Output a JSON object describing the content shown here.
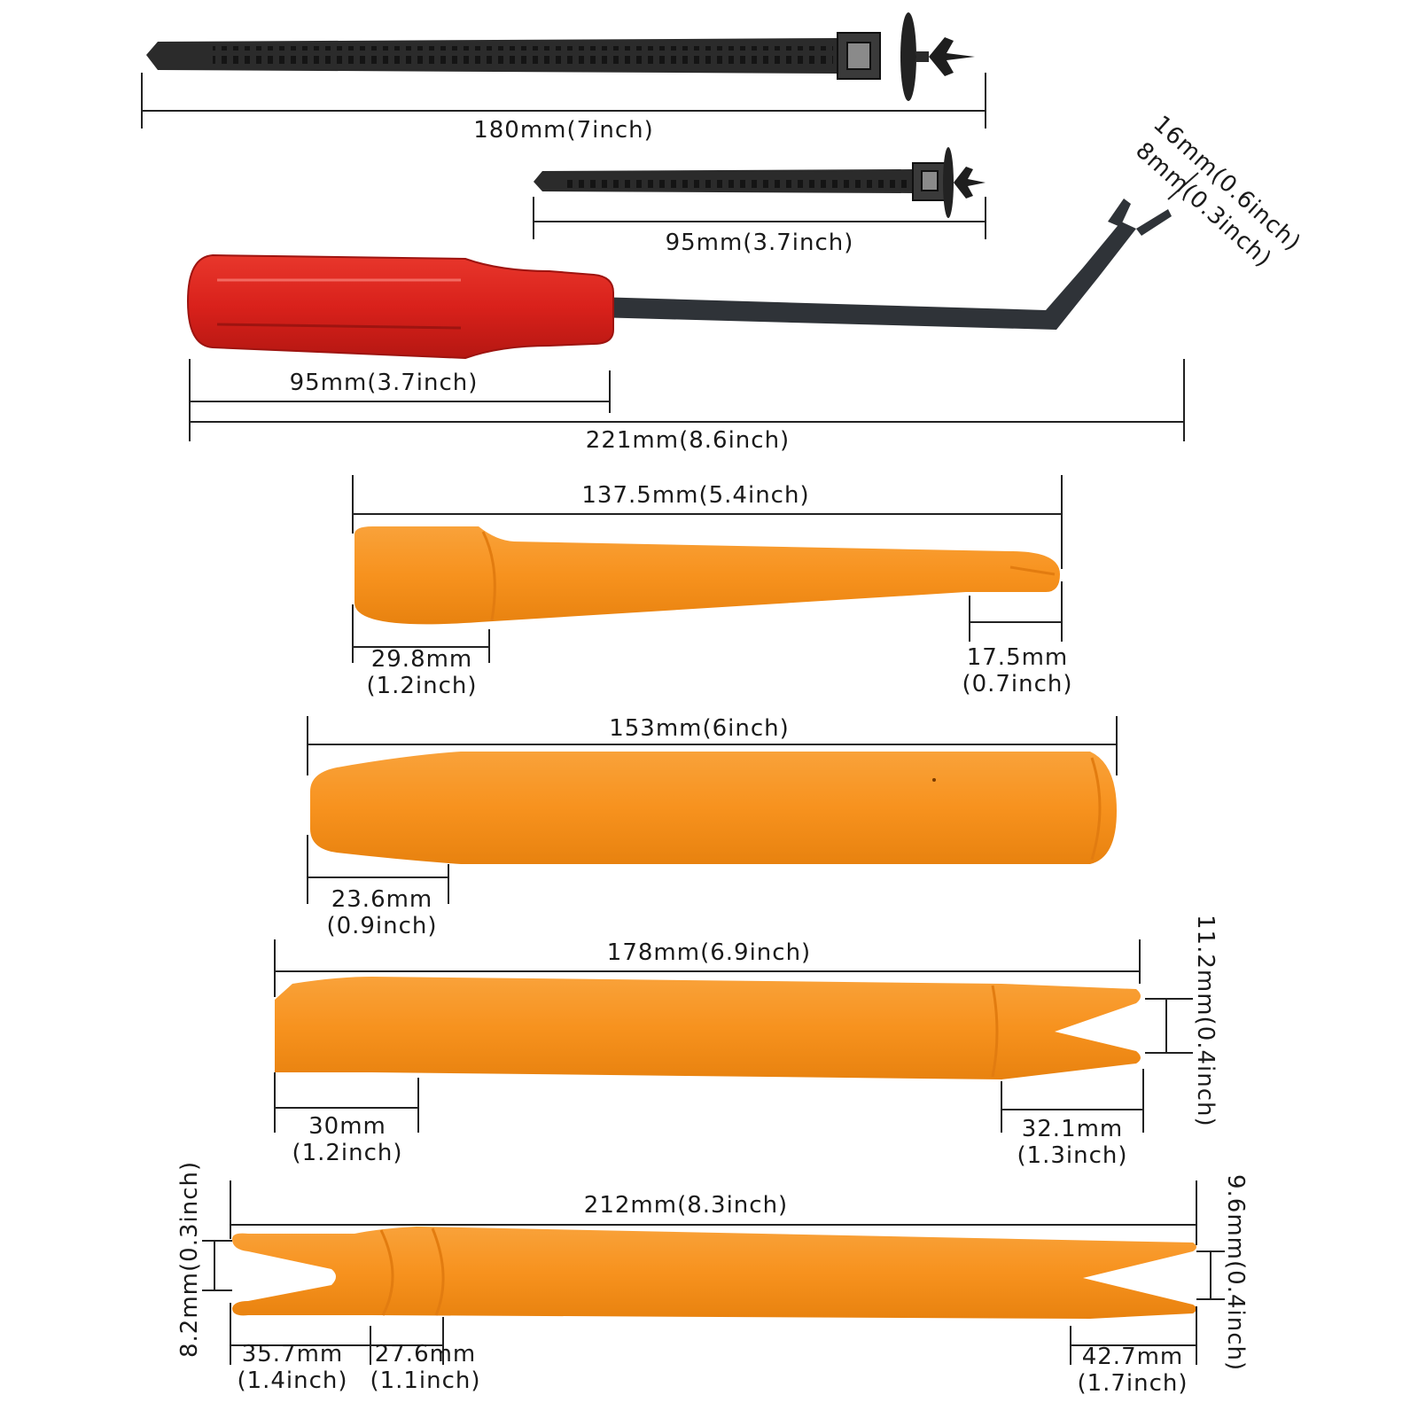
{
  "colors": {
    "tie_black": "#2b2b2b",
    "handle_red": "#d9211b",
    "shaft_dark": "#2f3338",
    "tool_orange": "#f7921e",
    "tool_orange_dark": "#e47d10",
    "line": "#222222"
  },
  "labels": {
    "tie_long_length": "180mm(7inch)",
    "tie_short_length": "95mm(3.7inch)",
    "remover_handle_length": "95mm(3.7inch)",
    "remover_total_length": "221mm(8.6inch)",
    "remover_fork_outer": "16mm(0.6inch)",
    "remover_fork_inner": "8mm(0.3inch)",
    "wedge_length": "137.5mm(5.4inch)",
    "wedge_left_mm": "29.8mm",
    "wedge_left_inch": "(1.2inch)",
    "wedge_right_mm": "17.5mm",
    "wedge_right_inch": "(0.7inch)",
    "flat_length": "153mm(6inch)",
    "flat_end_mm": "23.6mm",
    "flat_end_inch": "(0.9inch)",
    "fork_length": "178mm(6.9inch)",
    "fork_left_mm": "30mm",
    "fork_left_inch": "(1.2inch)",
    "fork_right_mm": "32.1mm",
    "fork_right_inch": "(1.3inch)",
    "fork_gap": "11.2mm(0.4inch)",
    "double_length": "212mm(8.3inch)",
    "double_left_gap": "8.2mm(0.3inch)",
    "double_right_gap": "9.6mm(0.4inch)",
    "double_left_mm": "35.7mm",
    "double_left_inch": "(1.4inch)",
    "double_mid_mm": "27.6mm",
    "double_mid_inch": "(1.1inch)",
    "double_right_mm": "42.7mm",
    "double_right_inch": "(1.7inch)"
  }
}
